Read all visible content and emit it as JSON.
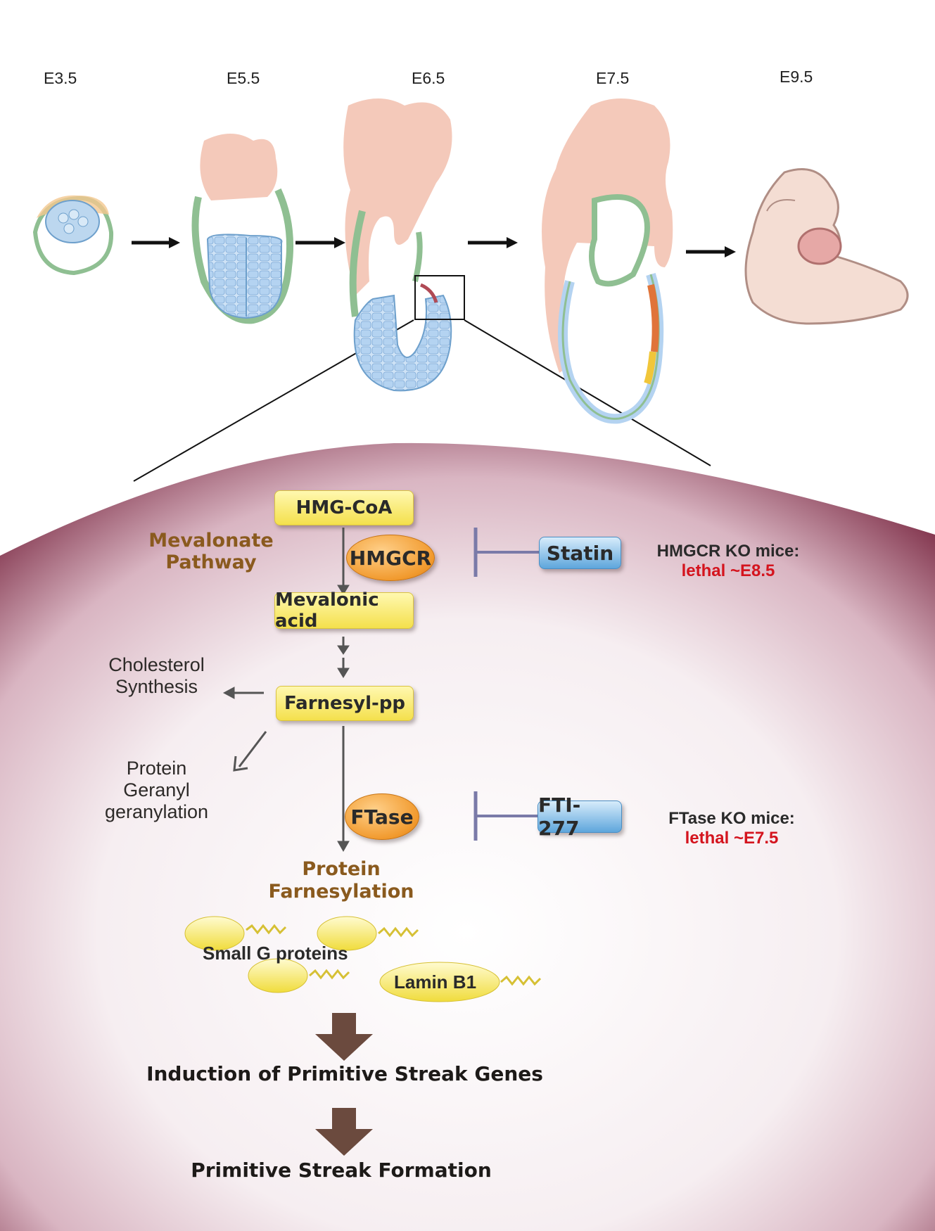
{
  "stages": [
    "E3.5",
    "E5.5",
    "E6.5",
    "E7.5",
    "E9.5"
  ],
  "pathway": {
    "title_line1": "Mevalonate",
    "title_line2": "Pathway",
    "hmg_coa": "HMG-CoA",
    "hmgcr": "HMGCR",
    "mevalonic_acid": "Mevalonic acid",
    "farnesyl_pp": "Farnesyl-pp",
    "ftase": "FTase",
    "statin": "Statin",
    "fti": "FTI-277",
    "cholesterol_line1": "Cholesterol",
    "cholesterol_line2": "Synthesis",
    "geranyl_line1": "Protein",
    "geranyl_line2": "Geranyl",
    "geranyl_line3": "geranylation",
    "farnesylation_line1": "Protein",
    "farnesylation_line2": "Farnesylation",
    "small_g": "Small G proteins",
    "lamin": "Lamin B1",
    "induction": "Induction of Primitive Streak Genes",
    "formation": "Primitive Streak Formation"
  },
  "knockouts": {
    "hmgcr_line1": "HMGCR KO mice:",
    "hmgcr_line2": "lethal ~E8.5",
    "ftase_line1": "FTase KO mice:",
    "ftase_line2": "lethal ~E7.5"
  },
  "colors": {
    "background_top": "#8a3a52",
    "yellow_box": "#f4e04c",
    "blue_box": "#5ea6dc",
    "orange_enzyme": "#f19a2e",
    "lethal_red": "#d4141e",
    "brown_arrow": "#6b4a3e",
    "title_brown": "#8a5a1e"
  }
}
